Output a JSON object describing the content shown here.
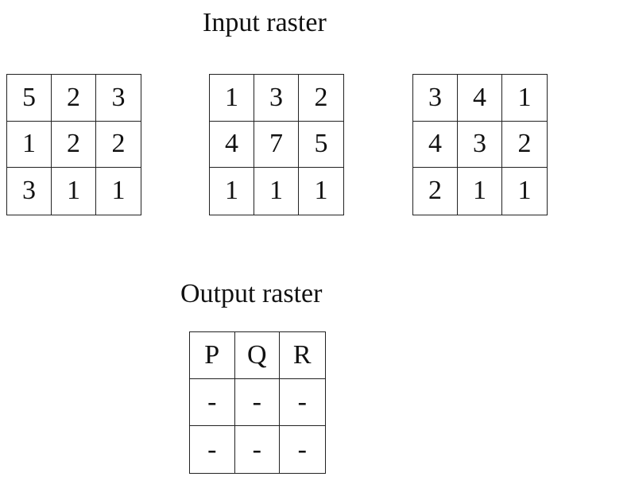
{
  "input_title": "Input raster",
  "output_title": "Output raster",
  "input_rasters": [
    [
      [
        "5",
        "2",
        "3"
      ],
      [
        "1",
        "2",
        "2"
      ],
      [
        "3",
        "1",
        "1"
      ]
    ],
    [
      [
        "1",
        "3",
        "2"
      ],
      [
        "4",
        "7",
        "5"
      ],
      [
        "1",
        "1",
        "1"
      ]
    ],
    [
      [
        "3",
        "4",
        "1"
      ],
      [
        "4",
        "3",
        "2"
      ],
      [
        "2",
        "1",
        "1"
      ]
    ]
  ],
  "output_raster": [
    [
      "P",
      "Q",
      "R"
    ],
    [
      "-",
      "-",
      "-"
    ],
    [
      "-",
      "-",
      "-"
    ]
  ]
}
